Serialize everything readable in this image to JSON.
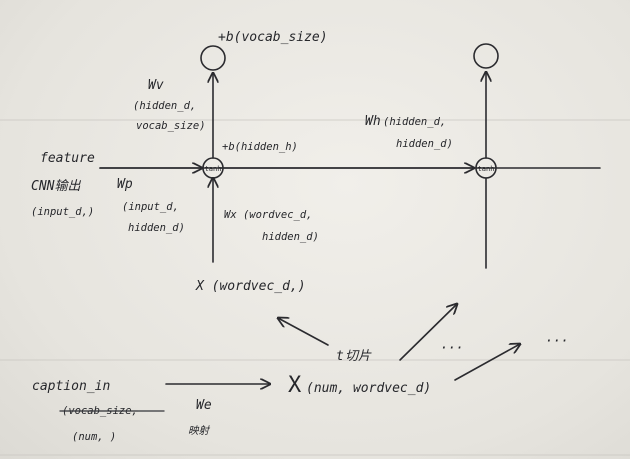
{
  "diagram": {
    "top_bias": "+b(vocab_size)",
    "wv": {
      "symbol": "Wv",
      "dims_line1": "(hidden_d,",
      "dims_line2": "vocab_size)"
    },
    "bh": "+b(hidden_h)",
    "wh": {
      "symbol": "Wh",
      "dims_line1": "(hidden_d,",
      "dims_line2": "hidden_d)"
    },
    "feature": {
      "line1": "feature",
      "line2": "CNN输出",
      "line3": "(input_d,)"
    },
    "wp": {
      "symbol": "Wp",
      "dims_line1": "(input_d,",
      "dims_line2": "hidden_d)"
    },
    "tanh_label_1": "tanh",
    "tanh_label_2": "tanh",
    "wx": {
      "line1": "Wx (wordvec_d,",
      "line2": "hidden_d)"
    },
    "x_input": "X (wordvec_d,)",
    "slice_label": "切片",
    "slice_prefix": "t",
    "ellipsis_1": "···",
    "ellipsis_2": "···",
    "caption_in": "caption_in",
    "caption_struck": "(vocab_size,",
    "caption_shape": "(num, )",
    "we": "We",
    "mapping": "映射",
    "big_x": "X",
    "big_x_dims": "(num, wordvec_d)"
  }
}
